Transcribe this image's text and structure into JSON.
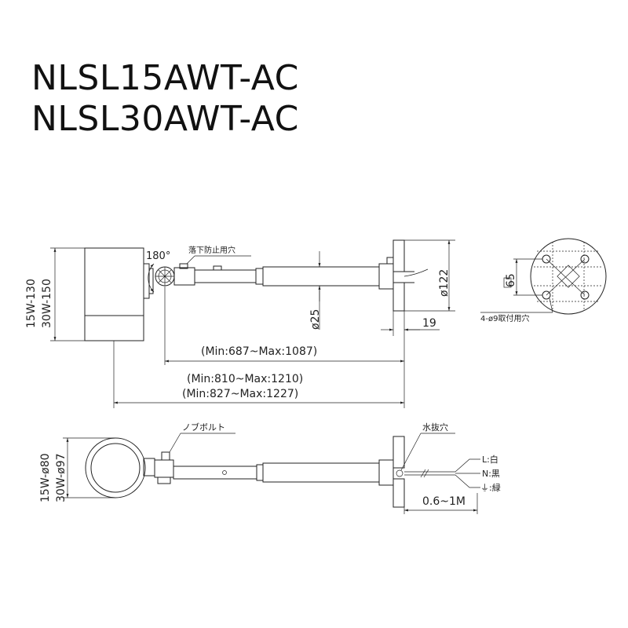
{
  "titles": [
    "NLSL15AWT-AC",
    "NLSL30AWT-AC"
  ],
  "top_view": {
    "angle_label": "180°",
    "fall_prevention_hole_label": "落下防止用穴",
    "height_15w_label": "15W-130",
    "height_30w_label": "30W-150",
    "pipe_dia_label": "ø25",
    "flange_dia_label": "ø122",
    "flange_thickness_label": "19",
    "length_1_label": "(Min:687~Max:1087)",
    "length_2_label": "(Min:810~Max:1210)",
    "length_3_label": "(Min:827~Max:1227)"
  },
  "flange_view": {
    "pcd_label": "65",
    "holes_label": "4-ø9取付用穴"
  },
  "side_view": {
    "bolt_label": "ノブボルト",
    "drain_hole_label": "水抜穴",
    "dia_15w_label": "15W-ø80",
    "dia_30w_label": "30W-ø97",
    "wire_L_label": "L:白",
    "wire_N_label": "N:黒",
    "wire_G_label": "⏚:緑",
    "cable_length_label": "0.6~1M"
  }
}
